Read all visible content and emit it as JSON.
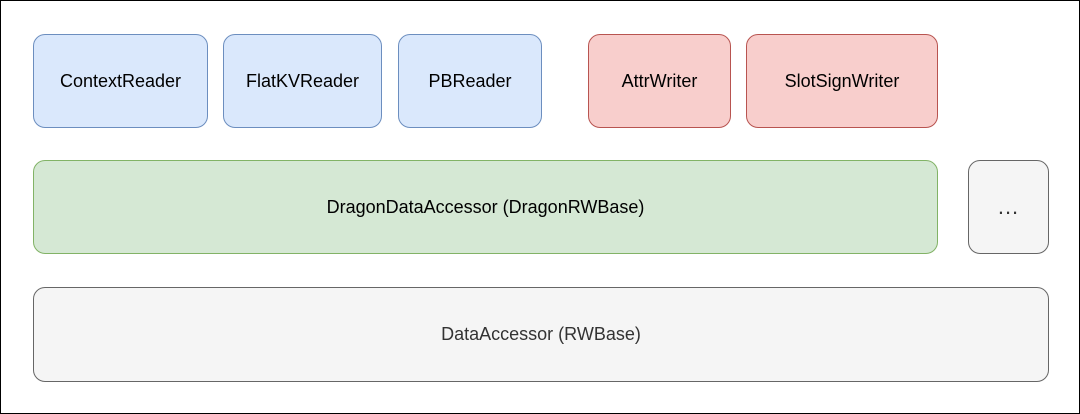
{
  "readers": [
    {
      "label": "ContextReader"
    },
    {
      "label": "FlatKVReader"
    },
    {
      "label": "PBReader"
    }
  ],
  "writers": [
    {
      "label": "AttrWriter"
    },
    {
      "label": "SlotSignWriter"
    }
  ],
  "dragon_accessor": {
    "label": "DragonDataAccessor (DragonRWBase)"
  },
  "more": {
    "label": "..."
  },
  "data_accessor": {
    "label": "DataAccessor (RWBase)"
  },
  "colors": {
    "reader_fill": "#dae8fc",
    "reader_stroke": "#6c8ebf",
    "writer_fill": "#f8cecc",
    "writer_stroke": "#b85450",
    "dragon_fill": "#d5e8d4",
    "dragon_stroke": "#82b366",
    "base_fill": "#f5f5f5",
    "base_stroke": "#666666"
  }
}
